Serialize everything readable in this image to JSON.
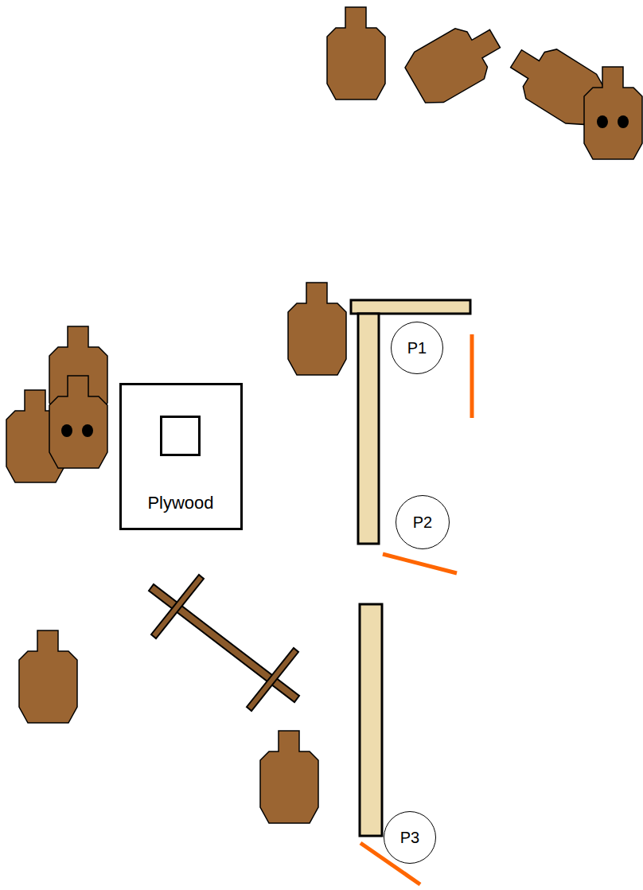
{
  "diagram": {
    "nodes": [
      {
        "text": [
          "P1"
        ]
      },
      {
        "text": [
          "Plywood"
        ]
      },
      {
        "text": [
          "P2"
        ]
      },
      {
        "text": [
          "P3"
        ]
      }
    ]
  }
}
